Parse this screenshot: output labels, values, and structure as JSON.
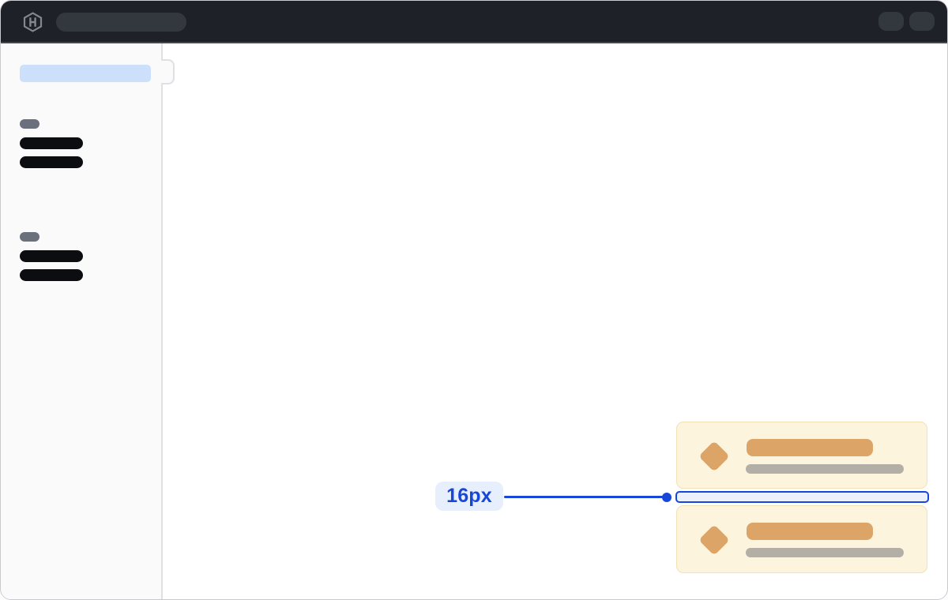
{
  "colors": {
    "page-bg": "#ffffff",
    "window-border": "#c9cacd",
    "topbar-bg": "#1e2127",
    "topbar-border": "#45484e",
    "topbar-pill": "#33383f",
    "logo-gray": "#84878e",
    "sidebar-bg": "#fafafa",
    "sidebar-border": "#dfe0e4",
    "active-pill": "#cce0fc",
    "heading-pill": "#6a707c",
    "nav-bar-black": "#0b0d10",
    "card-bg": "#fdf4dd",
    "card-border": "#f2e1b3",
    "card-accent": "#dda467",
    "card-muted": "#b3aea6",
    "accent-blue": "#1747d8",
    "badge-bg": "#e7eefc",
    "strip-fill": "#ebf2fd"
  },
  "topbar": {
    "logo_icon": "hashicorp-logo",
    "search_placeholder_shape": "pill",
    "action_placeholder_count": 2
  },
  "sidebar": {
    "active_item_shape": "pill",
    "groups": [
      {
        "heading_shape": "pill",
        "link_count": 2
      },
      {
        "heading_shape": "pill",
        "link_count": 2
      }
    ]
  },
  "main": {
    "cards": [
      {
        "icon": "diamond",
        "title_shape": "bar",
        "subtitle_shape": "bar"
      },
      {
        "icon": "diamond",
        "title_shape": "bar",
        "subtitle_shape": "bar"
      }
    ],
    "spacing_annotation": {
      "label": "16px",
      "target": "gap-between-cards"
    }
  }
}
